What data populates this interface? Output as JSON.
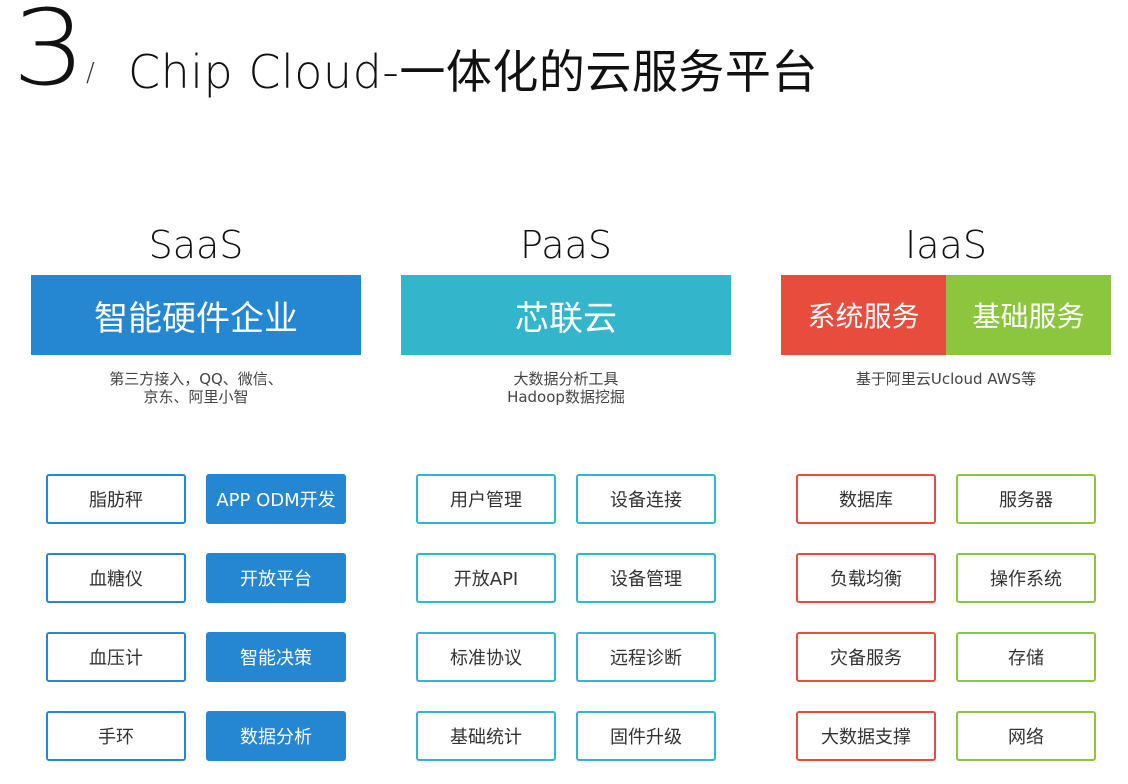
{
  "header": {
    "number": "3",
    "slash": "/",
    "title": "Chip Cloud-一体化的云服务平台"
  },
  "colors": {
    "saas_blue": "#2586d1",
    "paas_teal": "#33b5cc",
    "iaas_red": "#e84c3d",
    "iaas_green": "#8cc63f"
  },
  "saas": {
    "title": "SaaS",
    "banner": "智能硬件企业",
    "desc_line1": "第三方接入，QQ、微信、",
    "desc_line2": "京东、阿里小智",
    "left": [
      "脂肪秤",
      "血糖仪",
      "血压计",
      "手环"
    ],
    "right": [
      "APP ODM开发",
      "开放平台",
      "智能决策",
      "数据分析"
    ]
  },
  "paas": {
    "title": "PaaS",
    "banner": "芯联云",
    "desc_line1": "大数据分析工具",
    "desc_line2": "Hadoop数据挖掘",
    "left": [
      "用户管理",
      "开放API",
      "标准协议",
      "基础统计"
    ],
    "right": [
      "设备连接",
      "设备管理",
      "远程诊断",
      "固件升级"
    ]
  },
  "iaas": {
    "title": "IaaS",
    "banner_left": "系统服务",
    "banner_right": "基础服务",
    "desc_line1": "基于阿里云Ucloud AWS等",
    "left": [
      "数据库",
      "负载均衡",
      "灾备服务",
      "大数据支撑"
    ],
    "right": [
      "服务器",
      "操作系统",
      "存储",
      "网络"
    ]
  }
}
